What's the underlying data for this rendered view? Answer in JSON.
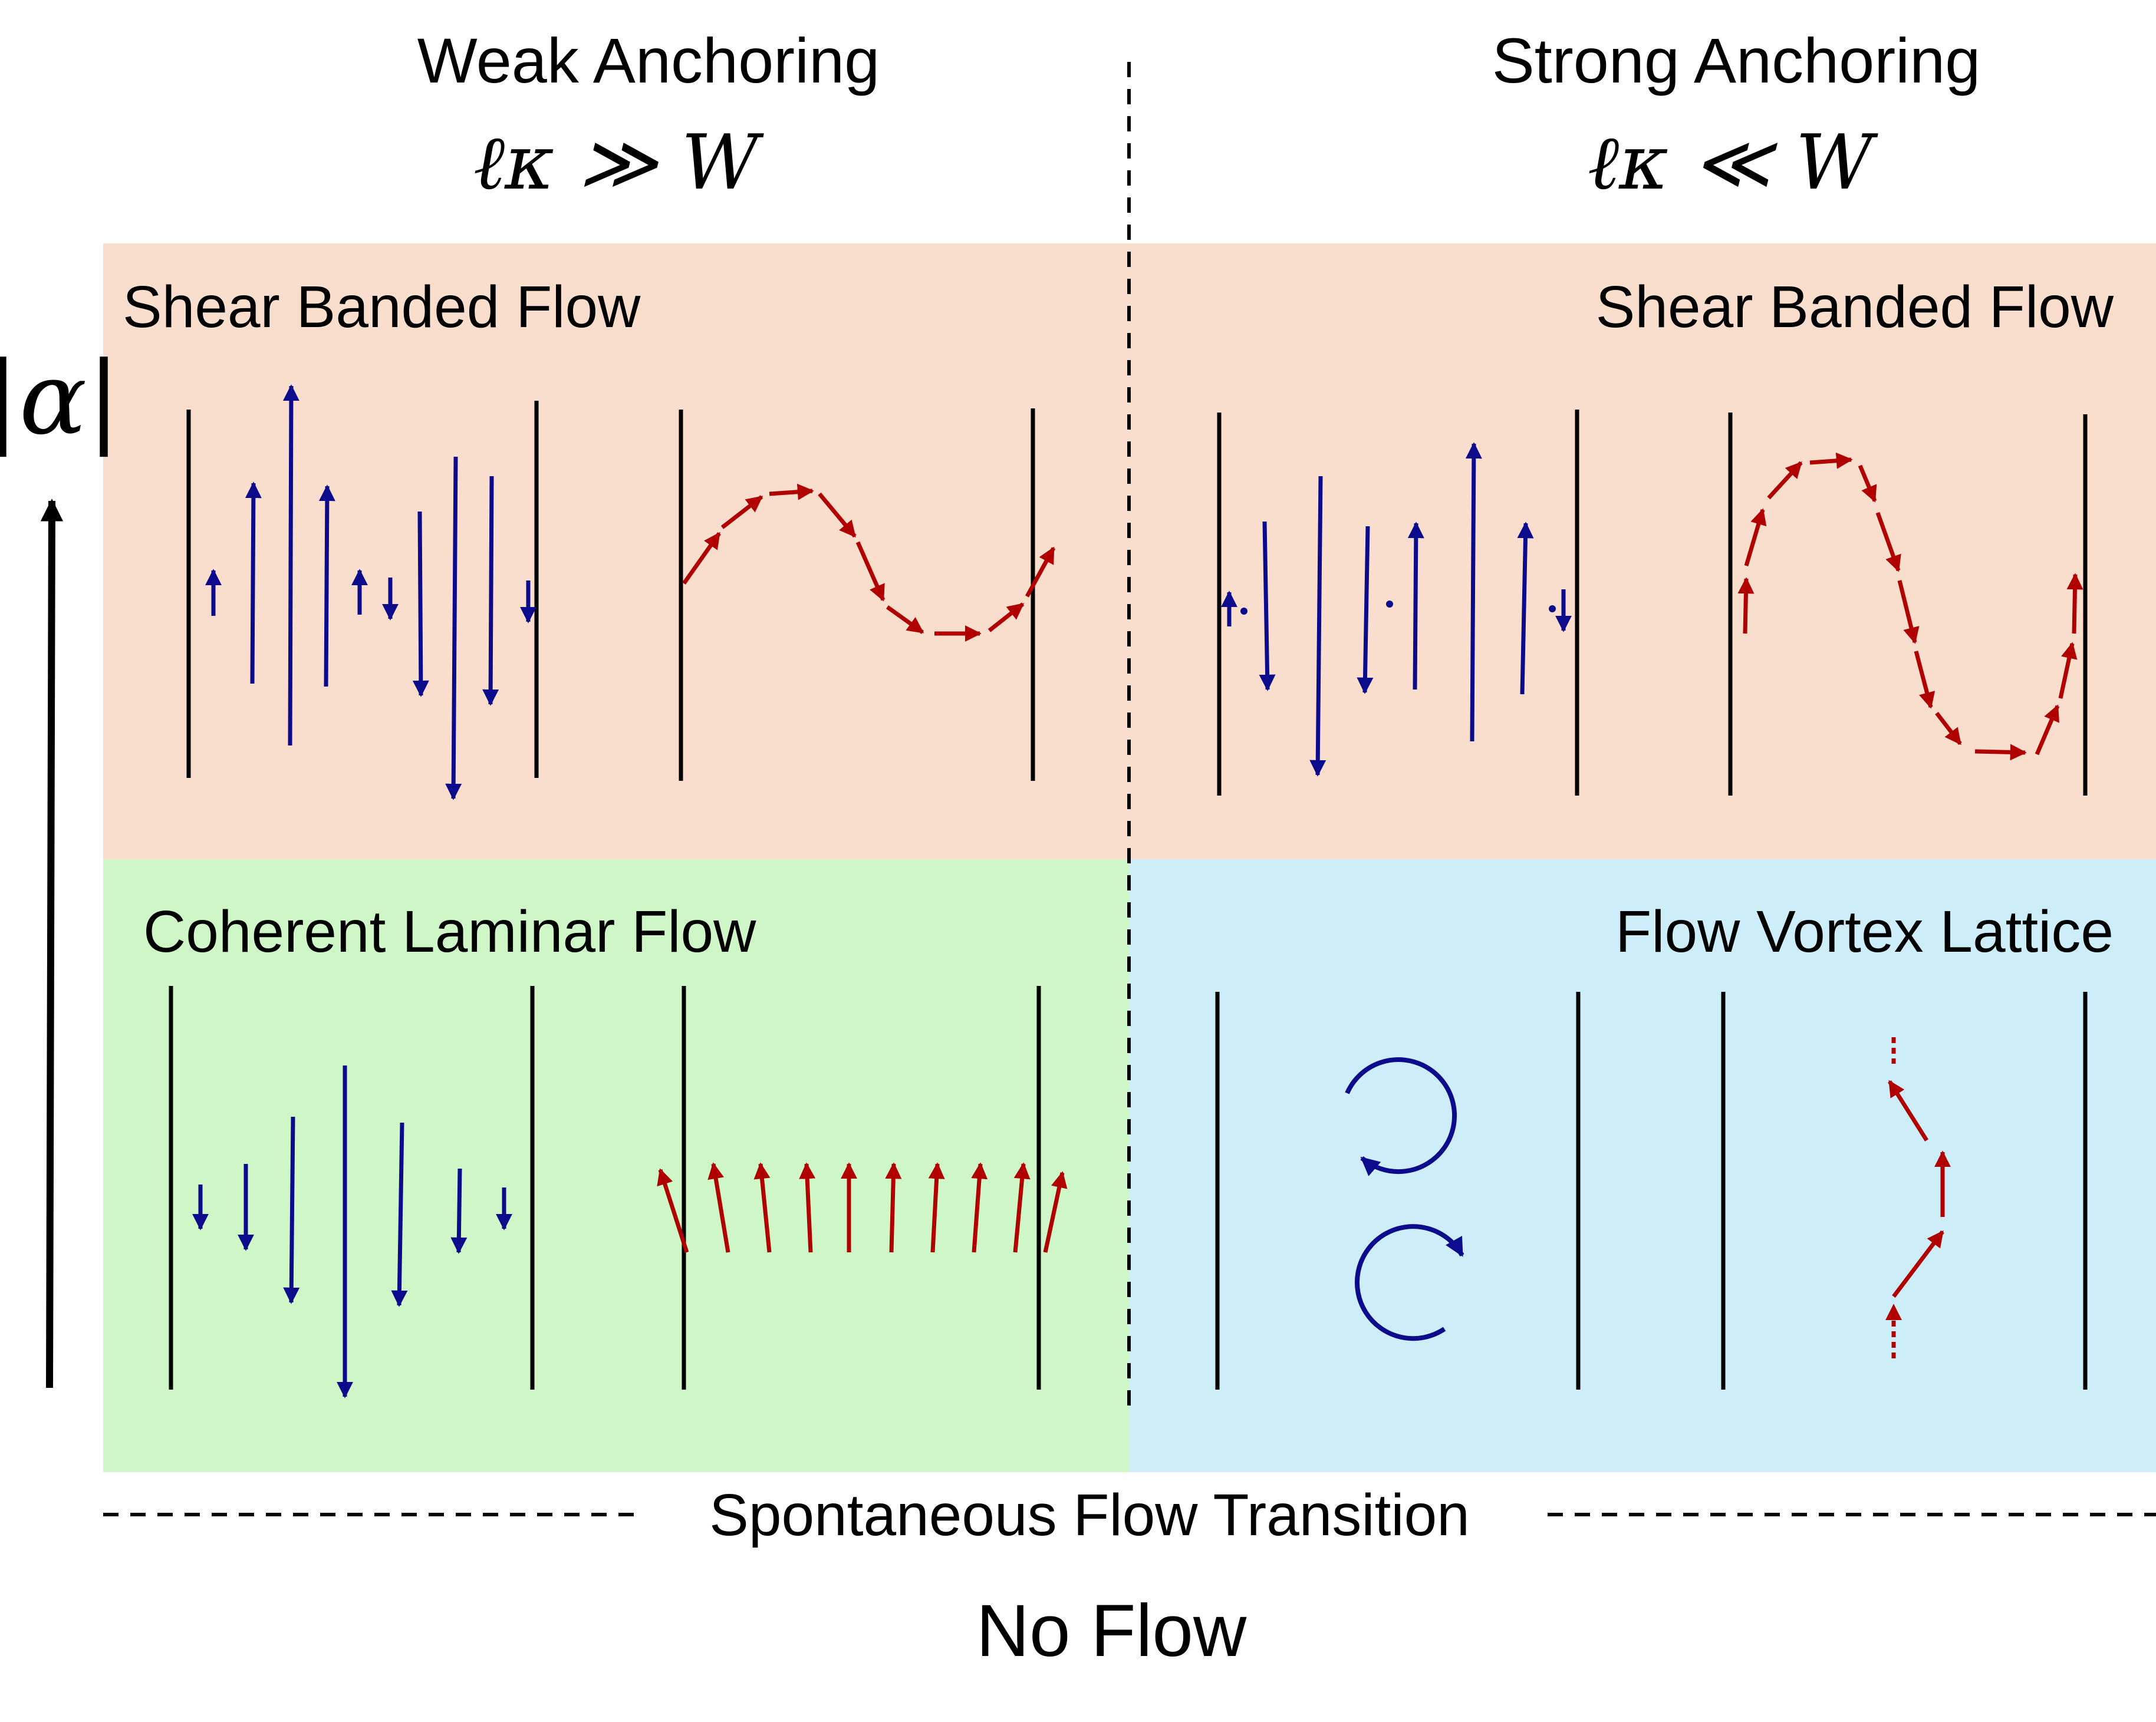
{
  "header": {
    "weak_title": "Weak Anchoring",
    "weak_condition": "ℓκ ≫ W",
    "strong_title": "Strong Anchoring",
    "strong_condition": "ℓκ ≪ W"
  },
  "axis": {
    "label": "|α|"
  },
  "regions": {
    "shear_left": "Shear Banded Flow",
    "shear_right": "Shear Banded Flow",
    "laminar": "Coherent Laminar Flow",
    "vortex": "Flow Vortex Lattice"
  },
  "footer": {
    "transition": "Spontaneous Flow Transition",
    "no_flow": "No Flow"
  },
  "colors": {
    "shear_bg": "#fadecd",
    "laminar_bg": "#cef6c6",
    "vortex_bg": "#cdedf8",
    "velocity_arrows": "#0b0b8c",
    "director_arrows": "#b00000",
    "walls": "#000000"
  },
  "icons": [
    "up-arrow-icon",
    "velocity-arrow-icon",
    "director-arrow-icon",
    "vortex-icon"
  ]
}
